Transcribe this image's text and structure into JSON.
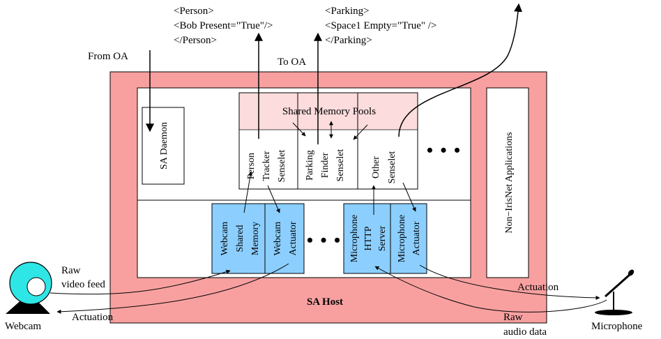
{
  "colors": {
    "host_fill": "#f8a0a0",
    "pool_fill": "#fcdcdc",
    "module_fill": "#8ccfff",
    "box_fill": "#ffffff",
    "stroke": "#000000"
  },
  "xml_person": [
    "<Person>",
    "<Bob Present=\"True\"/>",
    "</Person>"
  ],
  "xml_parking": [
    "<Parking>",
    "<Space1 Empty=\"True\" />",
    "</Parking>"
  ],
  "from_oa": "From OA",
  "to_oa": "To OA",
  "sa_daemon": "SA Daemon",
  "shared_memory_pools": "Shared Memory Pools",
  "senselets": {
    "person_tracker": [
      "Person",
      "Tracker",
      "Senselet"
    ],
    "parking_finder": [
      "Parking",
      "Finder",
      "Senselet"
    ],
    "other": [
      "Other",
      "Senselet"
    ]
  },
  "modules": {
    "webcam_shared_memory": [
      "Webcam",
      "Shared",
      "Memory"
    ],
    "webcam_actuator": [
      "Webcam",
      "Actuator"
    ],
    "microphone_http_server": [
      "Microphone",
      "HTTP",
      "Server"
    ],
    "microphone_actuator": [
      "Microphone",
      "Actuator"
    ]
  },
  "ellipsis": "• • •",
  "non_irisnet": "Non−IrisNet Applications",
  "sa_host": "SA Host",
  "webcam": {
    "label": "Webcam",
    "raw_feed": [
      "Raw",
      "video feed"
    ],
    "actuation": "Actuation",
    "icon": "webcam-icon"
  },
  "microphone": {
    "label": "Microphone",
    "raw_audio": [
      "Raw",
      "audio data"
    ],
    "actuation": "Actuation",
    "icon": "microphone-icon"
  }
}
